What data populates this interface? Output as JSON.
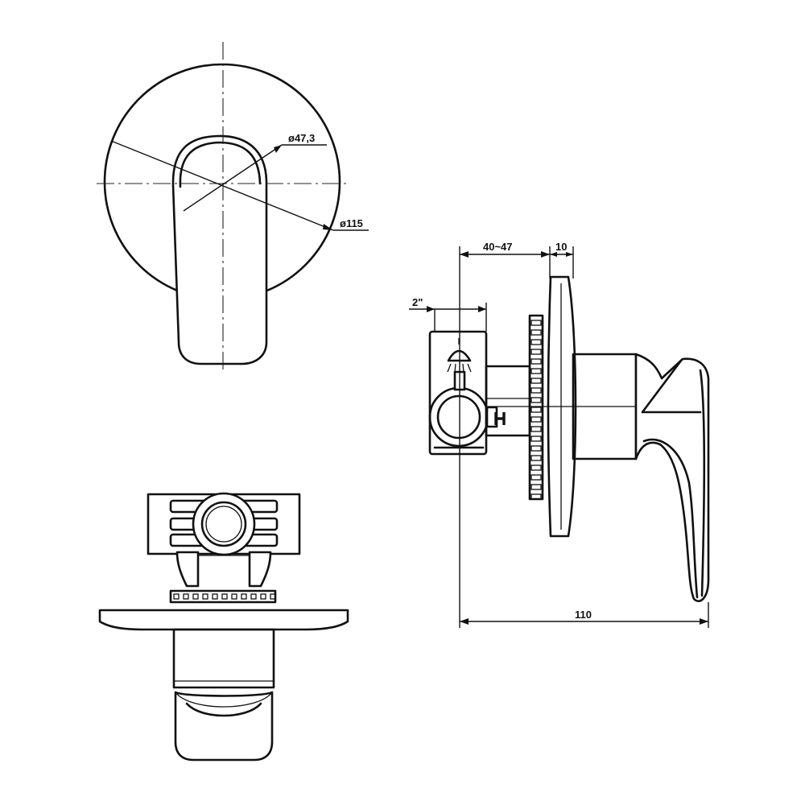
{
  "dimensions": {
    "handle_diameter": "ø47,3",
    "plate_diameter": "ø115",
    "depth_range": "40~47",
    "plate_thickness": "10",
    "inlet_size": "2\"",
    "overall_depth": "110"
  },
  "colors": {
    "line": "#111111",
    "background": "#ffffff"
  },
  "icons": [
    "shower-icon",
    "hot-water-mark"
  ]
}
